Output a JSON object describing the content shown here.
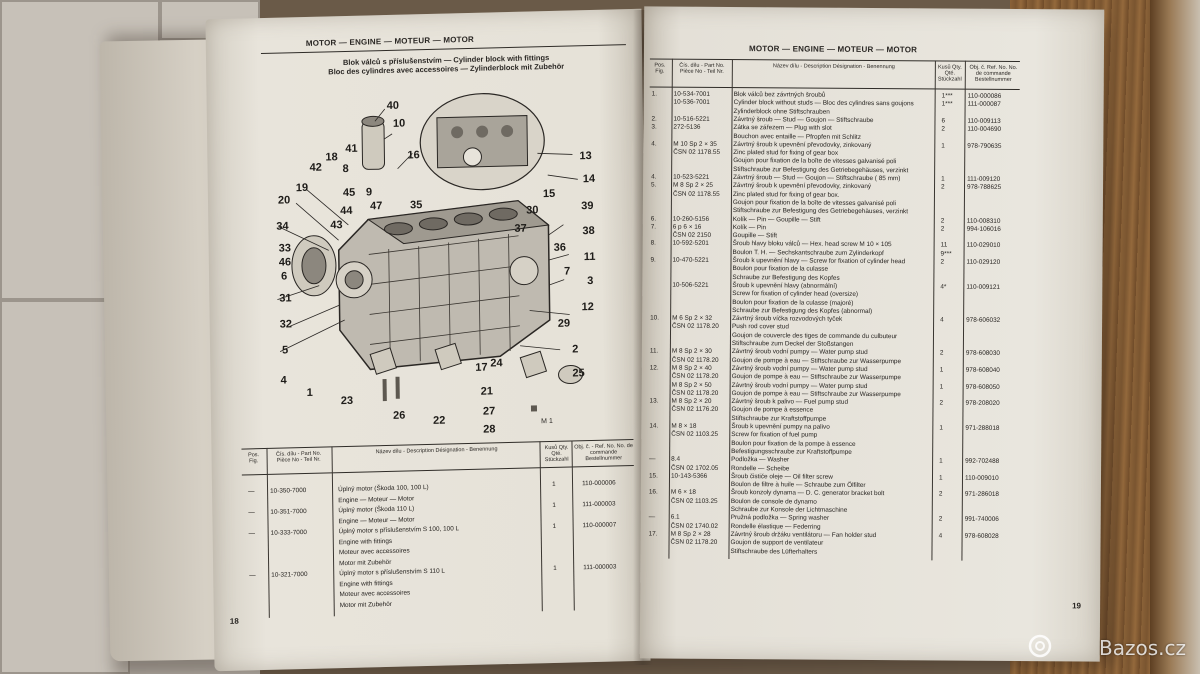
{
  "left_page": {
    "header": "MOTOR — ENGINE — MOTEUR — MOTOR",
    "caption_lines": [
      "Blok válců s příslušenstvím — Cylinder block with fittings",
      "Bloc des cylindres avec accessoires — Zylinderblock mit Zubehör"
    ],
    "callouts": [
      "40",
      "10",
      "41",
      "16",
      "13",
      "18",
      "42",
      "8",
      "14",
      "19",
      "45",
      "9",
      "15",
      "20",
      "47",
      "35",
      "30",
      "39",
      "34",
      "44",
      "43",
      "37",
      "38",
      "33",
      "36",
      "46",
      "11",
      "6",
      "3",
      "31",
      "12",
      "32",
      "29",
      "5",
      "2",
      "4",
      "25",
      "1",
      "23",
      "26",
      "22",
      "21",
      "27",
      "28",
      "24",
      "17",
      "7"
    ],
    "figure_tag": "M 1",
    "table_headers": {
      "pos": "Pos. Fig.",
      "part": "Čís. dílu - Part No. Pièce No - Teil Nr.",
      "desc": "Název dílu - Description Désignation - Benennung",
      "qty": "Kusů Qty. Qté. Stückzahl",
      "ref": "Obj. č. - Ref. No. No. de commande Bestellnummer"
    },
    "rows": [
      {
        "pos": "—",
        "part": "10-350-7000",
        "desc": "Úplný motor (Škoda 100, 100 L)",
        "qty": "1",
        "ref": "110-000006"
      },
      {
        "pos": "",
        "part": "",
        "desc": "Engine — Moteur — Motor",
        "qty": "",
        "ref": ""
      },
      {
        "pos": "—",
        "part": "10-351-7000",
        "desc": "Úplný motor (Škoda 110 L)",
        "qty": "1",
        "ref": "111-000003"
      },
      {
        "pos": "",
        "part": "",
        "desc": "Engine — Moteur — Motor",
        "qty": "",
        "ref": ""
      },
      {
        "pos": "—",
        "part": "10-333-7000",
        "desc": "Úplný motor s příslušenstvím S 100, 100 L",
        "qty": "1",
        "ref": "110-000007"
      },
      {
        "pos": "",
        "part": "",
        "desc": "Engine with fittings",
        "qty": "",
        "ref": ""
      },
      {
        "pos": "",
        "part": "",
        "desc": "Moteur avec accessoires",
        "qty": "",
        "ref": ""
      },
      {
        "pos": "",
        "part": "",
        "desc": "Motor mit Zubehör",
        "qty": "",
        "ref": ""
      },
      {
        "pos": "—",
        "part": "10-321-7000",
        "desc": "Úplný motor s příslušenstvím S 110 L",
        "qty": "1",
        "ref": "111-000003"
      },
      {
        "pos": "",
        "part": "",
        "desc": "Engine with fittings",
        "qty": "",
        "ref": ""
      },
      {
        "pos": "",
        "part": "",
        "desc": "Moteur avec accessoires",
        "qty": "",
        "ref": ""
      },
      {
        "pos": "",
        "part": "",
        "desc": "Motor mit Zubehör",
        "qty": "",
        "ref": ""
      }
    ],
    "page_number": "18"
  },
  "right_page": {
    "header": "MOTOR — ENGINE — MOTEUR — MOTOR",
    "table_headers": {
      "pos": "Pos. Fig.",
      "part": "Čís. dílu - Part No. Pièce No - Teil Nr.",
      "desc": "Název dílu - Description Désignation - Benennung",
      "qty": "Kusů Qty. Qté. Stückzahl",
      "ref": "Obj. č. Ref. No. No. de commande Bestellnummer"
    },
    "rows": [
      {
        "pos": "1.",
        "part": "10-534-7001",
        "desc": "Blok válců bez závrtných šroubů",
        "qty": "1***",
        "ref": "110-000086"
      },
      {
        "pos": "",
        "part": "10-536-7001",
        "desc": "Cylinder block without studs — Bloc des cylindres sans goujons",
        "qty": "1***",
        "ref": "111-000087"
      },
      {
        "pos": "",
        "part": "",
        "desc": "Zylinderblock ohne Stiftschrauben",
        "qty": "",
        "ref": ""
      },
      {
        "pos": "2.",
        "part": "10-516-5221",
        "desc": "Závrtný šroub — Stud — Goujon — Stiftschraube",
        "qty": "6",
        "ref": "110-009113"
      },
      {
        "pos": "3.",
        "part": "272-5136",
        "desc": "Zátka se zářezem — Plug with slot",
        "qty": "2",
        "ref": "110-004690"
      },
      {
        "pos": "",
        "part": "",
        "desc": "Bouchon avec entaille — Pfropfen mit Schlitz",
        "qty": "",
        "ref": ""
      },
      {
        "pos": "4.",
        "part": "M 10 Sp 2 × 35",
        "desc": "Závrtný šroub k upevnění převodovky, zinkovaný",
        "qty": "1",
        "ref": "978-790635"
      },
      {
        "pos": "",
        "part": "ČSN 02 1178.55",
        "desc": "Zinc plated stud for fixing of gear box",
        "qty": "",
        "ref": ""
      },
      {
        "pos": "",
        "part": "",
        "desc": "Goujon pour fixation de la boîte de vitesses galvanisé poli",
        "qty": "",
        "ref": ""
      },
      {
        "pos": "",
        "part": "",
        "desc": "Stiftschraube zur Befestigung des Getriebegehäuses, verzinkt",
        "qty": "",
        "ref": ""
      },
      {
        "pos": "4.",
        "part": "10-523-5221",
        "desc": "Závrtný šroub — Stud — Goujon — Stiftschraube ( 85 mm)",
        "qty": "1",
        "ref": "111-009120"
      },
      {
        "pos": "5.",
        "part": "M 8 Sp 2 × 25",
        "desc": "Závrtný šroub k upevnění převodovky, zinkovaný",
        "qty": "2",
        "ref": "978-788625"
      },
      {
        "pos": "",
        "part": "ČSN 02 1178.55",
        "desc": "Zinc plated stud for fixing of gear box.",
        "qty": "",
        "ref": ""
      },
      {
        "pos": "",
        "part": "",
        "desc": "Goujon pour fixation de la boîte de vitesses galvanisé poli",
        "qty": "",
        "ref": ""
      },
      {
        "pos": "",
        "part": "",
        "desc": "Stiftschraube zur Befestigung des Getriebegehäuses, verzinkt",
        "qty": "",
        "ref": ""
      },
      {
        "pos": "6.",
        "part": "10-260-5156",
        "desc": "Kolík — Pin — Goupille — Stift",
        "qty": "2",
        "ref": "110-008310"
      },
      {
        "pos": "7.",
        "part": "6 p 6 × 16",
        "desc": "Kolík — Pin",
        "qty": "2",
        "ref": "994-106016"
      },
      {
        "pos": "",
        "part": "ČSN 02 2150",
        "desc": "Goupille — Stift",
        "qty": "",
        "ref": ""
      },
      {
        "pos": "8.",
        "part": "10-592-5201",
        "desc": "Šroub hlavy bloku válců — Hex. head screw M 10 × 105",
        "qty": "11",
        "ref": "110-029010"
      },
      {
        "pos": "",
        "part": "",
        "desc": "Boulon T. H. — Sechskantschraube zum Zylinderkopf",
        "qty": "9***",
        "ref": ""
      },
      {
        "pos": "9.",
        "part": "10-470-5221",
        "desc": "Šroub k upevnění hlavy — Screw for fixation of cylinder head",
        "qty": "2",
        "ref": "110-029120"
      },
      {
        "pos": "",
        "part": "",
        "desc": "Boulon pour fixation de la culasse",
        "qty": "",
        "ref": ""
      },
      {
        "pos": "",
        "part": "",
        "desc": "Schraube zur Befestigung des Kopfes",
        "qty": "",
        "ref": ""
      },
      {
        "pos": "",
        "part": "10-506-5221",
        "desc": "Šroub k upevnění hlavy (abnormální)",
        "qty": "4*",
        "ref": "110-009121"
      },
      {
        "pos": "",
        "part": "",
        "desc": "Screw for fixation of cylinder head (oversize)",
        "qty": "",
        "ref": ""
      },
      {
        "pos": "",
        "part": "",
        "desc": "Boulon pour fixation de la culasse (majoré)",
        "qty": "",
        "ref": ""
      },
      {
        "pos": "",
        "part": "",
        "desc": "Schraube zur Befestigung des Kopfes (abnormal)",
        "qty": "",
        "ref": ""
      },
      {
        "pos": "10.",
        "part": "M 6 Sp 2 × 32",
        "desc": "Závrtný šroub víčka rozvodových tyček",
        "qty": "4",
        "ref": "978-606032"
      },
      {
        "pos": "",
        "part": "ČSN 02 1178.20",
        "desc": "Push rod cover stud",
        "qty": "",
        "ref": ""
      },
      {
        "pos": "",
        "part": "",
        "desc": "Goujon de couvercle des tiges de commande du culbuteur",
        "qty": "",
        "ref": ""
      },
      {
        "pos": "",
        "part": "",
        "desc": "Stiftschraube zum Deckel der Stoßstangen",
        "qty": "",
        "ref": ""
      },
      {
        "pos": "11.",
        "part": "M 8 Sp 2 × 30",
        "desc": "Závrtný šroub vodní pumpy — Water pump stud",
        "qty": "2",
        "ref": "978-608030"
      },
      {
        "pos": "",
        "part": "ČSN 02 1178.20",
        "desc": "Goujon de pompe à eau — Stiftschraube zur Wasserpumpe",
        "qty": "",
        "ref": ""
      },
      {
        "pos": "12.",
        "part": "M 8 Sp 2 × 40",
        "desc": "Závrtný šroub vodní pumpy — Water pump stud",
        "qty": "1",
        "ref": "978-608040"
      },
      {
        "pos": "",
        "part": "ČSN 02 1178.20",
        "desc": "Goujon de pompe à eau — Stiftschraube zur Wasserpumpe",
        "qty": "",
        "ref": ""
      },
      {
        "pos": "",
        "part": "M 8 Sp 2 × 50",
        "desc": "Závrtný šroub vodní pumpy — Water pump stud",
        "qty": "1",
        "ref": "978-608050"
      },
      {
        "pos": "",
        "part": "ČSN 02 1178.20",
        "desc": "Goujon de pompe à eau — Stiftschraube zur Wasserpumpe",
        "qty": "",
        "ref": ""
      },
      {
        "pos": "13.",
        "part": "M 8 Sp 2 × 20",
        "desc": "Závrtný šroub k palivo — Fuel pump stud",
        "qty": "2",
        "ref": "978-208020"
      },
      {
        "pos": "",
        "part": "ČSN 02 1176.20",
        "desc": "Goujon de pompe à essence",
        "qty": "",
        "ref": ""
      },
      {
        "pos": "",
        "part": "",
        "desc": "Stiftschraube zur Kraftstoffpumpe",
        "qty": "",
        "ref": ""
      },
      {
        "pos": "14.",
        "part": "M 8 × 18",
        "desc": "Šroub k upevnění pumpy na palivo",
        "qty": "1",
        "ref": "971-288018"
      },
      {
        "pos": "",
        "part": "ČSN 02 1103.25",
        "desc": "Screw for fixation of fuel pump",
        "qty": "",
        "ref": ""
      },
      {
        "pos": "",
        "part": "",
        "desc": "Boulon pour fixation de la pompe à essence",
        "qty": "",
        "ref": ""
      },
      {
        "pos": "",
        "part": "",
        "desc": "Befestigungsschraube zur Kraftstoffpumpe",
        "qty": "",
        "ref": ""
      },
      {
        "pos": "—",
        "part": "8.4",
        "desc": "Podložka — Washer",
        "qty": "1",
        "ref": "992-702488"
      },
      {
        "pos": "",
        "part": "ČSN 02 1702.05",
        "desc": "Rondelle — Scheibe",
        "qty": "",
        "ref": ""
      },
      {
        "pos": "15.",
        "part": "10-143-5366",
        "desc": "Šroub čističe oleje — Oil filter screw",
        "qty": "1",
        "ref": "110-009010"
      },
      {
        "pos": "",
        "part": "",
        "desc": "Boulon de filtre à huile — Schraube zum Ölfilter",
        "qty": "",
        "ref": ""
      },
      {
        "pos": "16.",
        "part": "M 6 × 18",
        "desc": "Šroub konzoly dynama — D. C. generator bracket bolt",
        "qty": "2",
        "ref": "971-286018"
      },
      {
        "pos": "",
        "part": "ČSN 02 1103.25",
        "desc": "Boulon de console de dynamo",
        "qty": "",
        "ref": ""
      },
      {
        "pos": "",
        "part": "",
        "desc": "Schraube zur Konsole der Lichtmaschine",
        "qty": "",
        "ref": ""
      },
      {
        "pos": "—",
        "part": "6.1",
        "desc": "Pružná podložka — Spring washer",
        "qty": "2",
        "ref": "991-740006"
      },
      {
        "pos": "",
        "part": "ČSN 02 1740.02",
        "desc": "Rondelle élastique — Federring",
        "qty": "",
        "ref": ""
      },
      {
        "pos": "17.",
        "part": "M 8 Sp 2 × 28",
        "desc": "Závrtný šroub držáku ventilátoru — Fan holder stud",
        "qty": "4",
        "ref": "978-608028"
      },
      {
        "pos": "",
        "part": "ČSN 02 1178.20",
        "desc": "Goujon de support de ventilateur",
        "qty": "",
        "ref": ""
      },
      {
        "pos": "",
        "part": "",
        "desc": "Stiftschraube des Lüfterhalters",
        "qty": "",
        "ref": ""
      }
    ],
    "page_number": "19"
  },
  "watermark": "Bazos.cz",
  "colors": {
    "paper": "#e7e3da",
    "ink": "#2a2724",
    "wood": "#8a6238",
    "tile": "#c7c1b8"
  }
}
